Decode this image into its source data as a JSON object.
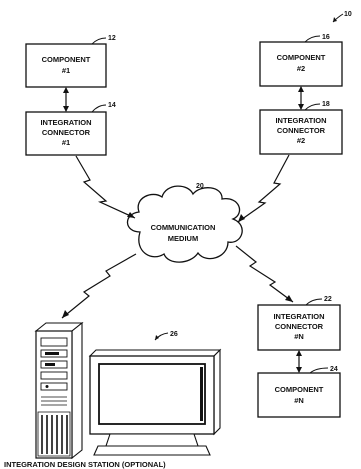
{
  "figure_ref": "10",
  "boxes": [
    {
      "id": "component1",
      "line1": "COMPONENT",
      "line2": "#1",
      "ref": "12"
    },
    {
      "id": "connector1",
      "line1": "INTEGRATION",
      "line2": "CONNECTOR",
      "line3": "#1",
      "ref": "14"
    },
    {
      "id": "component2",
      "line1": "COMPONENT",
      "line2": "#2",
      "ref": "16"
    },
    {
      "id": "connector2",
      "line1": "INTEGRATION",
      "line2": "CONNECTOR",
      "line3": "#2",
      "ref": "18"
    },
    {
      "id": "connectorN",
      "line1": "INTEGRATION",
      "line2": "CONNECTOR",
      "line3": "#N",
      "ref": "22"
    },
    {
      "id": "componentN",
      "line1": "COMPONENT",
      "line2": "#N",
      "ref": "24"
    }
  ],
  "medium": {
    "line1": "COMMUNICATION",
    "line2": "MEDIUM",
    "ref": "20"
  },
  "station": {
    "ref": "26",
    "caption": "INTEGRATION DESIGN STATION (OPTIONAL)"
  }
}
